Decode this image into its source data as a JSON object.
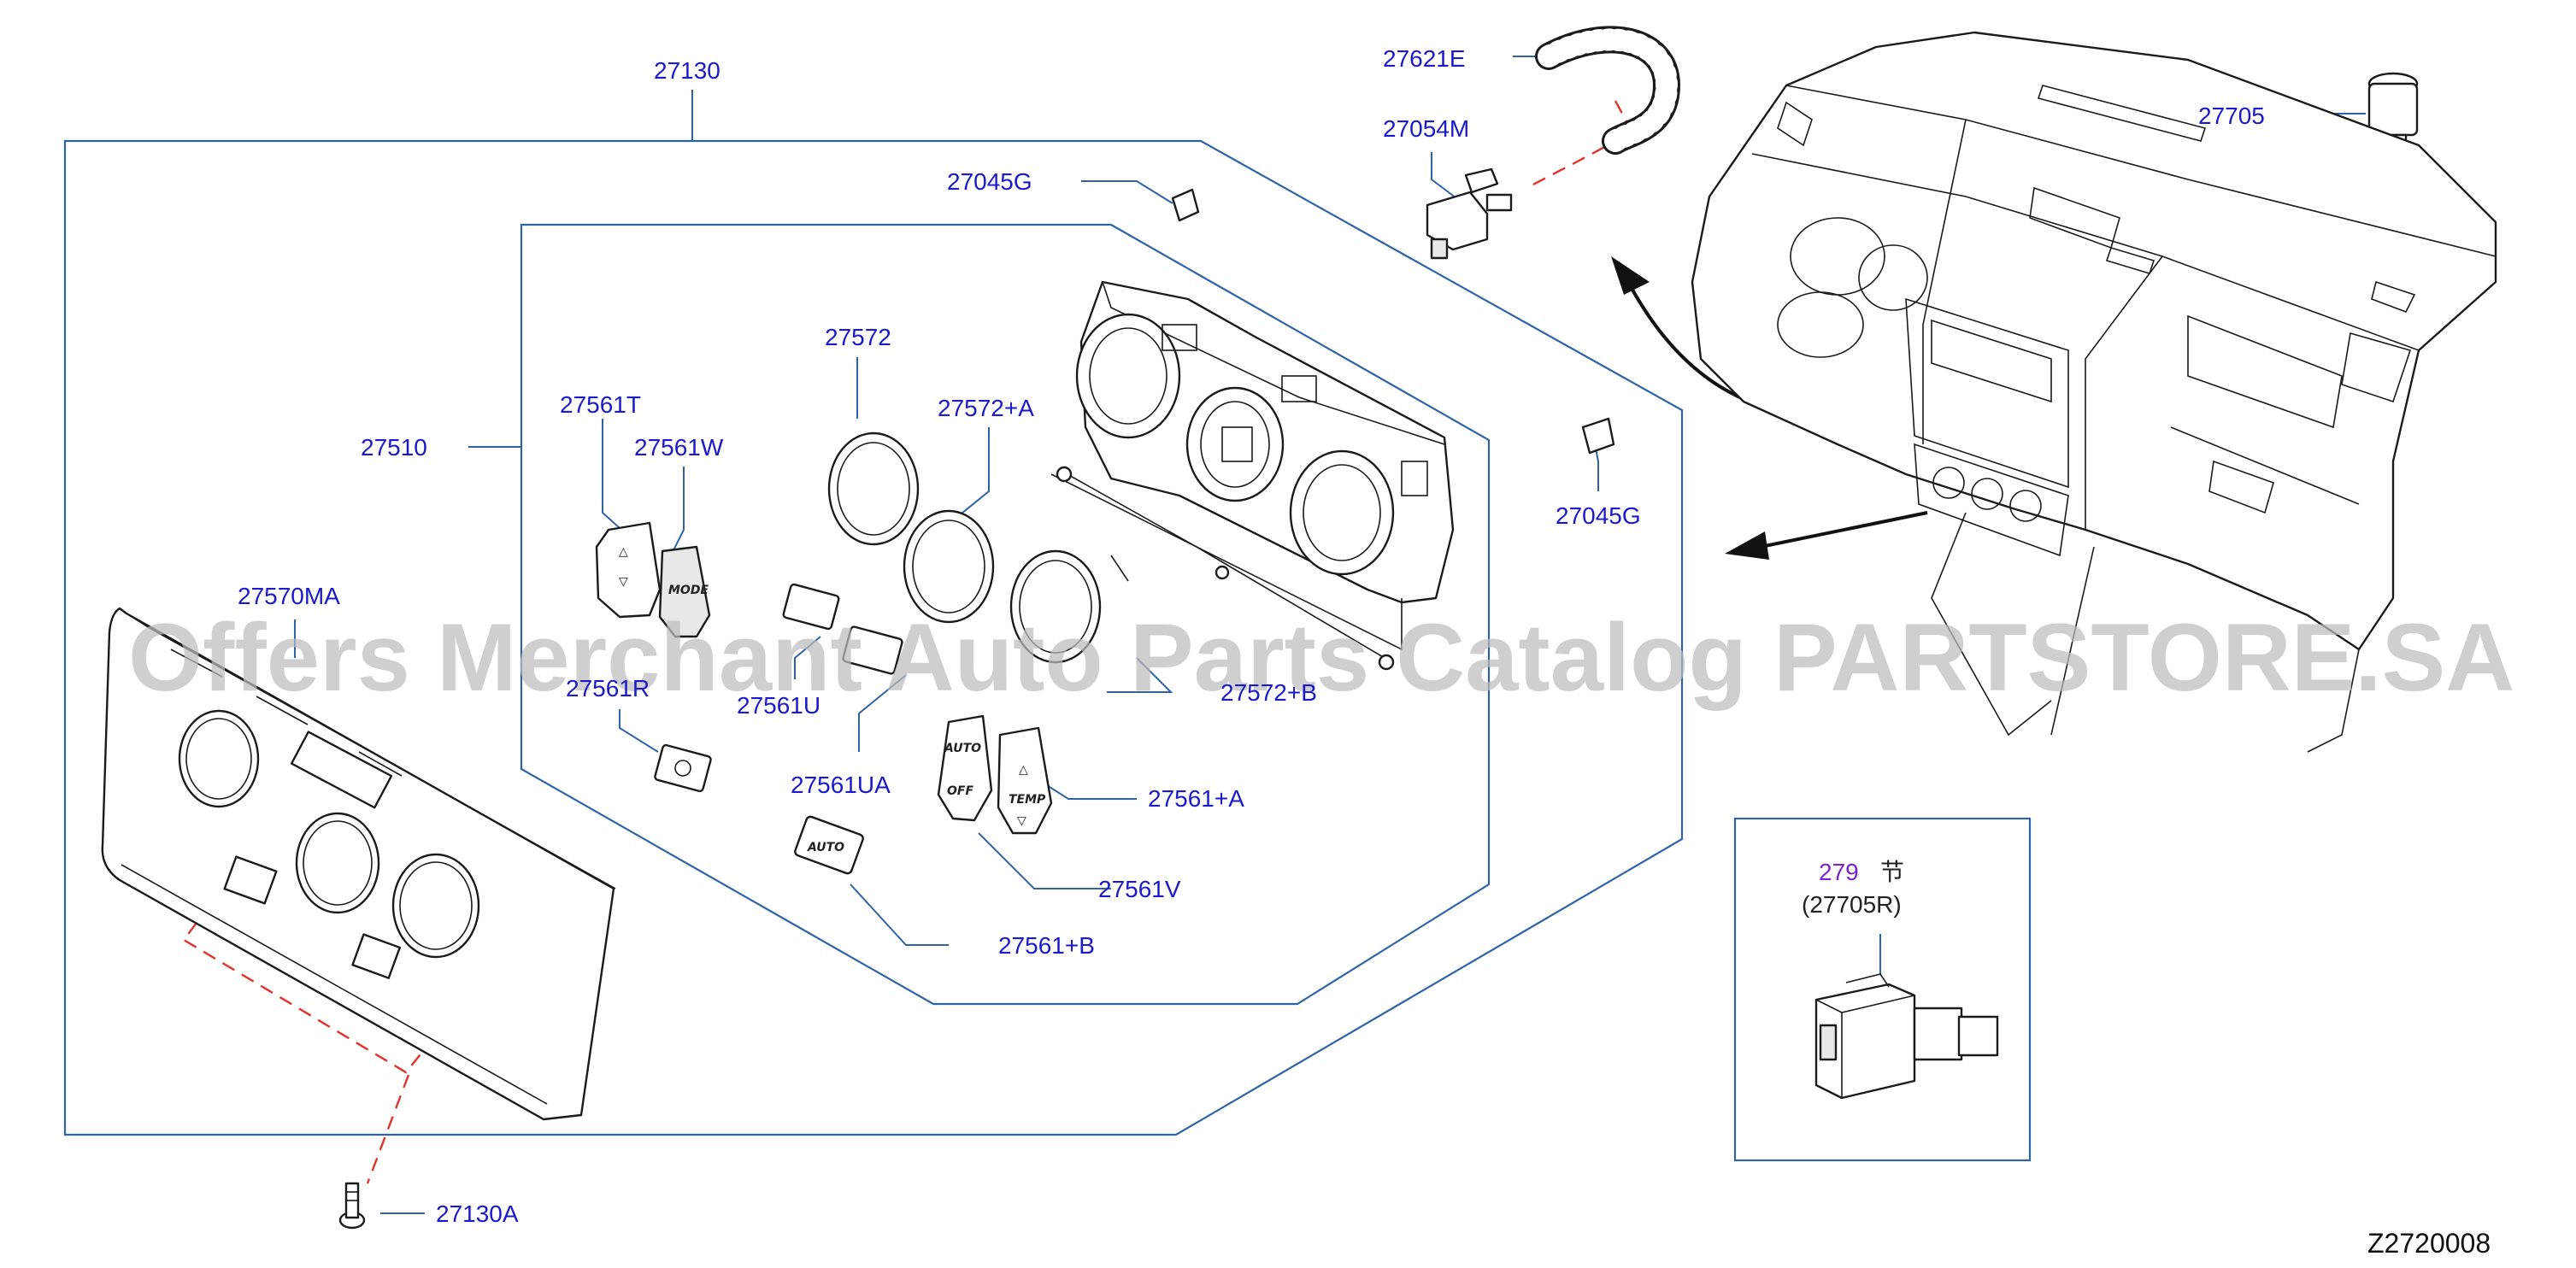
{
  "labels": {
    "l27130": "27130",
    "l27045g_top": "27045G",
    "l27045g_right": "27045G",
    "l27621e": "27621E",
    "l27054m": "27054M",
    "l27705": "27705",
    "l27510": "27510",
    "l27572": "27572",
    "l27572a": "27572+A",
    "l27572b": "27572+B",
    "l27561t": "27561T",
    "l27561w": "27561W",
    "l27561r": "27561R",
    "l27561u": "27561U",
    "l27561ua": "27561UA",
    "l27561a": "27561+A",
    "l27561v": "27561V",
    "l27561b": "27561+B",
    "l27570ma": "27570MA",
    "l27130a": "27130A",
    "l279": "279",
    "l279_kanji": "节",
    "l27705r": "(27705R)"
  },
  "buttons": {
    "mode": "MODE",
    "auto": "AUTO",
    "off": "OFF",
    "temp": "TEMP",
    "auto_small": "AUTO"
  },
  "watermark": "Offers Merchant Auto Parts Catalog PARTSTORE.SA",
  "diagram_code": "Z2720008",
  "colors": {
    "label": "#1a1acc",
    "leader_line": "#2f63a8",
    "dashed_line": "#e0332c",
    "drawing": "#1b1b1b",
    "watermark": "#bdbdbd"
  }
}
